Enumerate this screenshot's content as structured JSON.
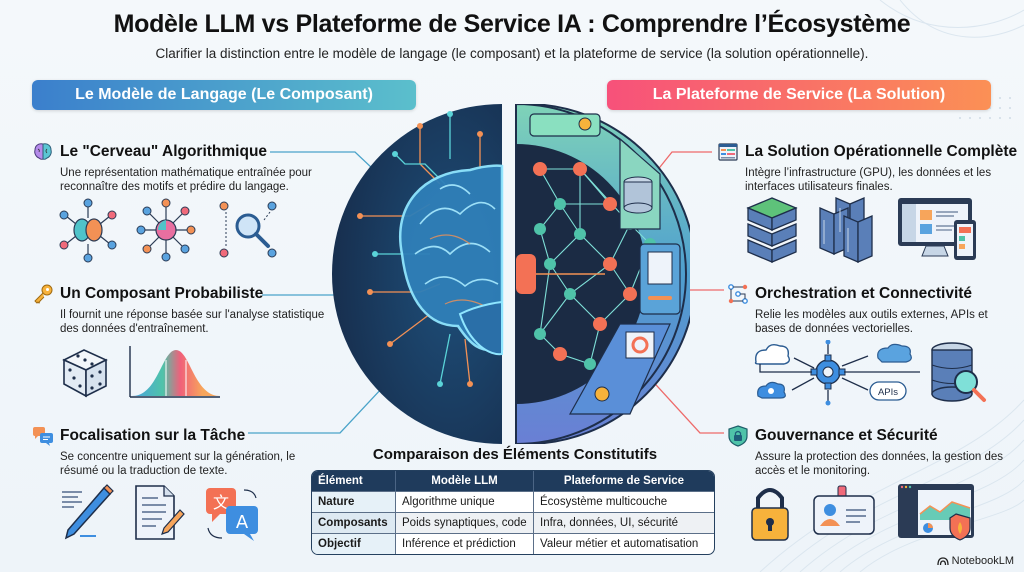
{
  "header": {
    "title": "Modèle LLM vs Plateforme de Service IA : Comprendre l’Écosystème",
    "subtitle": "Clarifier la distinction entre le modèle de langage (le composant) et la plateforme de service (la solution opérationnelle)."
  },
  "colors": {
    "left_banner_start": "#3b7fcc",
    "left_banner_end": "#5bbfcc",
    "right_banner_start": "#f7517a",
    "right_banner_end": "#fb9055",
    "left_connector": "#4aa3c9",
    "right_connector": "#ee6a6a",
    "table_header": "#1f3b5c"
  },
  "left_column": {
    "banner": "Le Modèle de Langage (Le Composant)",
    "sections": [
      {
        "icon": "brain-icon",
        "title": "Le \"Cerveau\" Algorithmique",
        "description": "Une représentation mathématique entraînée pour reconnaître des motifs et prédire du langage.",
        "illustrations": [
          "neural-brain-network-icon",
          "network-hub-icon",
          "magnifier-network-icon"
        ]
      },
      {
        "icon": "key-icon",
        "title": "Un Composant Probabiliste",
        "description": "Il fournit une réponse basée sur l'analyse statistique des données d'entraînement.",
        "illustrations": [
          "dice-icon",
          "bell-curve-icon"
        ]
      },
      {
        "icon": "chat-bubbles-icon",
        "title": "Focalisation sur la Tâche",
        "description": "Se concentre uniquement sur la génération, le résumé ou la traduction de texte.",
        "illustrations": [
          "pen-writing-icon",
          "document-edit-icon",
          "translate-icon"
        ]
      }
    ]
  },
  "right_column": {
    "banner": "La Plateforme de Service (La Solution)",
    "sections": [
      {
        "icon": "dashboard-window-icon",
        "title": "La Solution Opérationnelle Complète",
        "description": "Intègre l’infrastructure (GPU), les données et les interfaces utilisateurs finales.",
        "illustrations": [
          "gpu-server-icon",
          "server-racks-icon",
          "desktop-mobile-icon"
        ]
      },
      {
        "icon": "workflow-icon",
        "title": "Orchestration et Connectivité",
        "description": "Relie les modèles aux outils externes, APIs et bases de données vectorielles.",
        "illustrations": [
          "orchestration-hub-icon",
          "database-search-icon"
        ],
        "apis_label": "APIs"
      },
      {
        "icon": "shield-lock-icon",
        "title": "Gouvernance et Sécurité",
        "description": "Assure la protection des données, la gestion des accès et le monitoring.",
        "illustrations": [
          "padlock-icon",
          "id-badge-icon",
          "monitoring-dashboard-icon"
        ]
      }
    ]
  },
  "table": {
    "title": "Comparaison des Éléments Constitutifs",
    "headers": [
      "Élément",
      "Modèle LLM",
      "Plateforme de Service"
    ],
    "rows": [
      [
        "Nature",
        "Algorithme unique",
        "Écosystème multicouche"
      ],
      [
        "Composants",
        "Poids synaptiques, code",
        "Infra, données, UI, sécurité"
      ],
      [
        "Objectif",
        "Inférence et prédiction",
        "Valeur métier et automatisation"
      ]
    ]
  },
  "footer": {
    "brand": "NotebookLM"
  }
}
